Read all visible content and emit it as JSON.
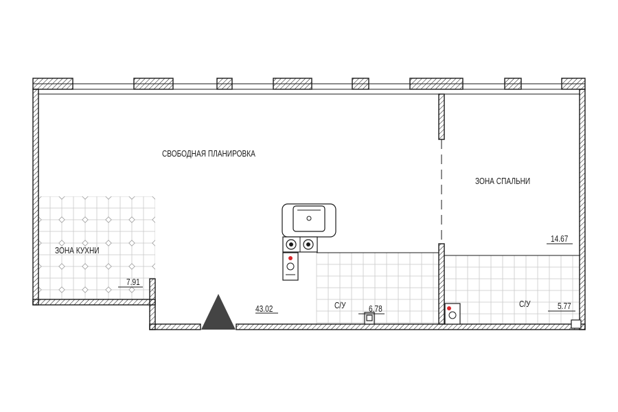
{
  "plan": {
    "rooms": {
      "free_layout": {
        "label": "СВОБОДНАЯ ПЛАНИРОВКА",
        "area": "43.02"
      },
      "kitchen": {
        "label": "ЗОНА КУХНИ",
        "area": "7.91"
      },
      "bedroom": {
        "label": "ЗОНА СПАЛЬНИ",
        "area": "14.67"
      },
      "bathroom_1": {
        "label": "С/У",
        "area": "6.78"
      },
      "bathroom_2": {
        "label": "С/У",
        "area": "5.77"
      }
    },
    "colors": {
      "wall_stroke": "#1a1a1a",
      "tile_grid": "#c8c8c8",
      "entrance_marker": "#444444",
      "fixture_red": "#d9262b"
    },
    "icons": [
      "entrance-triangle-icon",
      "stove-icon",
      "washing-machine-icon",
      "sink-icon",
      "toilet-icon"
    ]
  }
}
